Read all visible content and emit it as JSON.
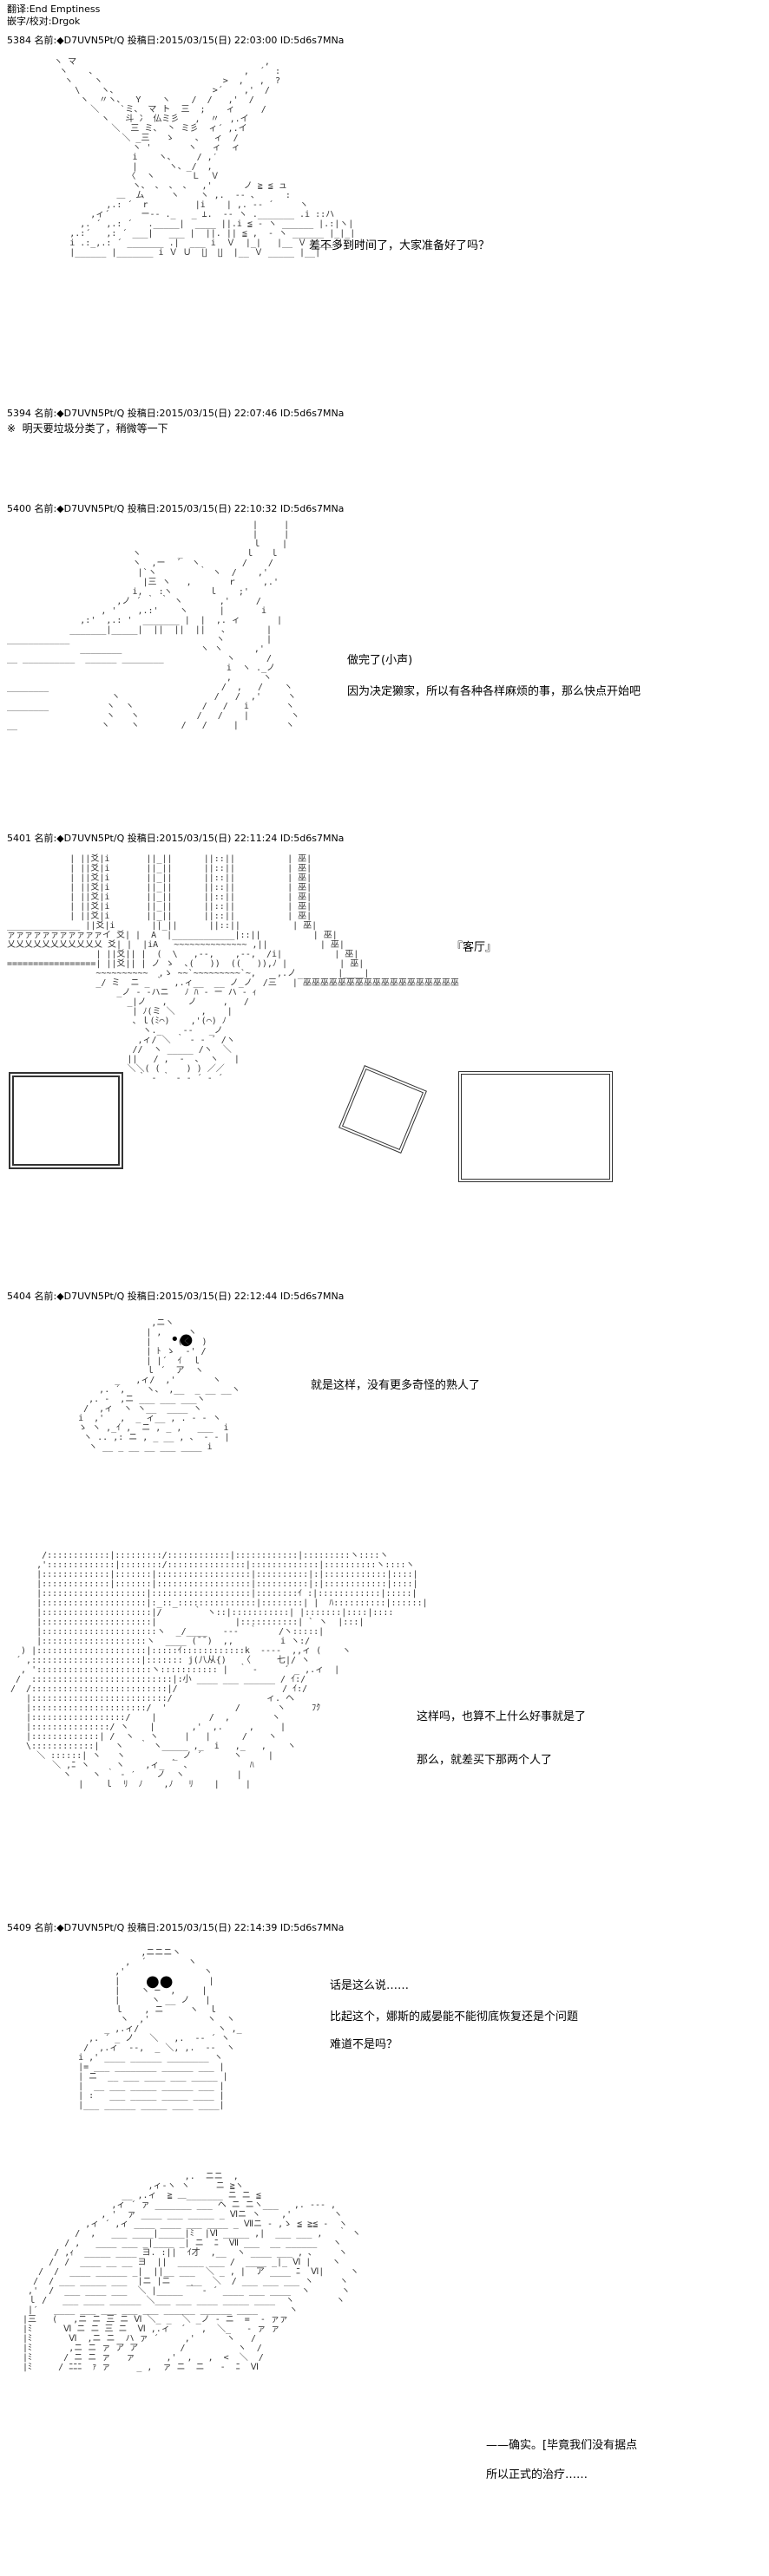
{
  "credits": {
    "translator": "翻译:End Emptiness",
    "proofreader": "嵌字/校对:Drgok"
  },
  "posts": [
    {
      "header": "5384 名前:◆D7UVN5Pt/Q 投稿日:2015/03/15(日) 22:03:00 ID:5d6s7MNa",
      "dialogue": [
        "差不多到时间了，大家准备好了吗？"
      ]
    },
    {
      "header": "5394 名前:◆D7UVN5Pt/Q 投稿日:2015/03/15(日) 22:07:46 ID:5d6s7MNa",
      "note": "※  明天要垃圾分类了，稍微等一下"
    },
    {
      "header": "5400 名前:◆D7UVN5Pt/Q 投稿日:2015/03/15(日) 22:10:32 ID:5d6s7MNa",
      "dialogue": [
        "做完了(小声)",
        "因为决定獭家，所以有各种各样麻烦的事，那么快点开始吧"
      ]
    },
    {
      "header": "5401 名前:◆D7UVN5Pt/Q 投稿日:2015/03/15(日) 22:11:24 ID:5d6s7MNa",
      "dialogue": [
        "『客厅』"
      ]
    },
    {
      "header": "5404 名前:◆D7UVN5Pt/Q 投稿日:2015/03/15(日) 22:12:44 ID:5d6s7MNa",
      "dialogue": [
        "就是这样，没有更多奇怪的熟人了",
        "这样吗，也算不上什么好事就是了",
        "那么，就差买下那两个人了"
      ]
    },
    {
      "header": "5409 名前:◆D7UVN5Pt/Q 投稿日:2015/03/15(日) 22:14:39 ID:5d6s7MNa",
      "dialogue": [
        "话是这么说……",
        "比起这个，娜斯的威晏能不能彻底恢复还是个问题",
        "难道不是吗？",
        "——确实。[毕竟我们没有据点",
        "所以正式的治疗……"
      ]
    }
  ]
}
